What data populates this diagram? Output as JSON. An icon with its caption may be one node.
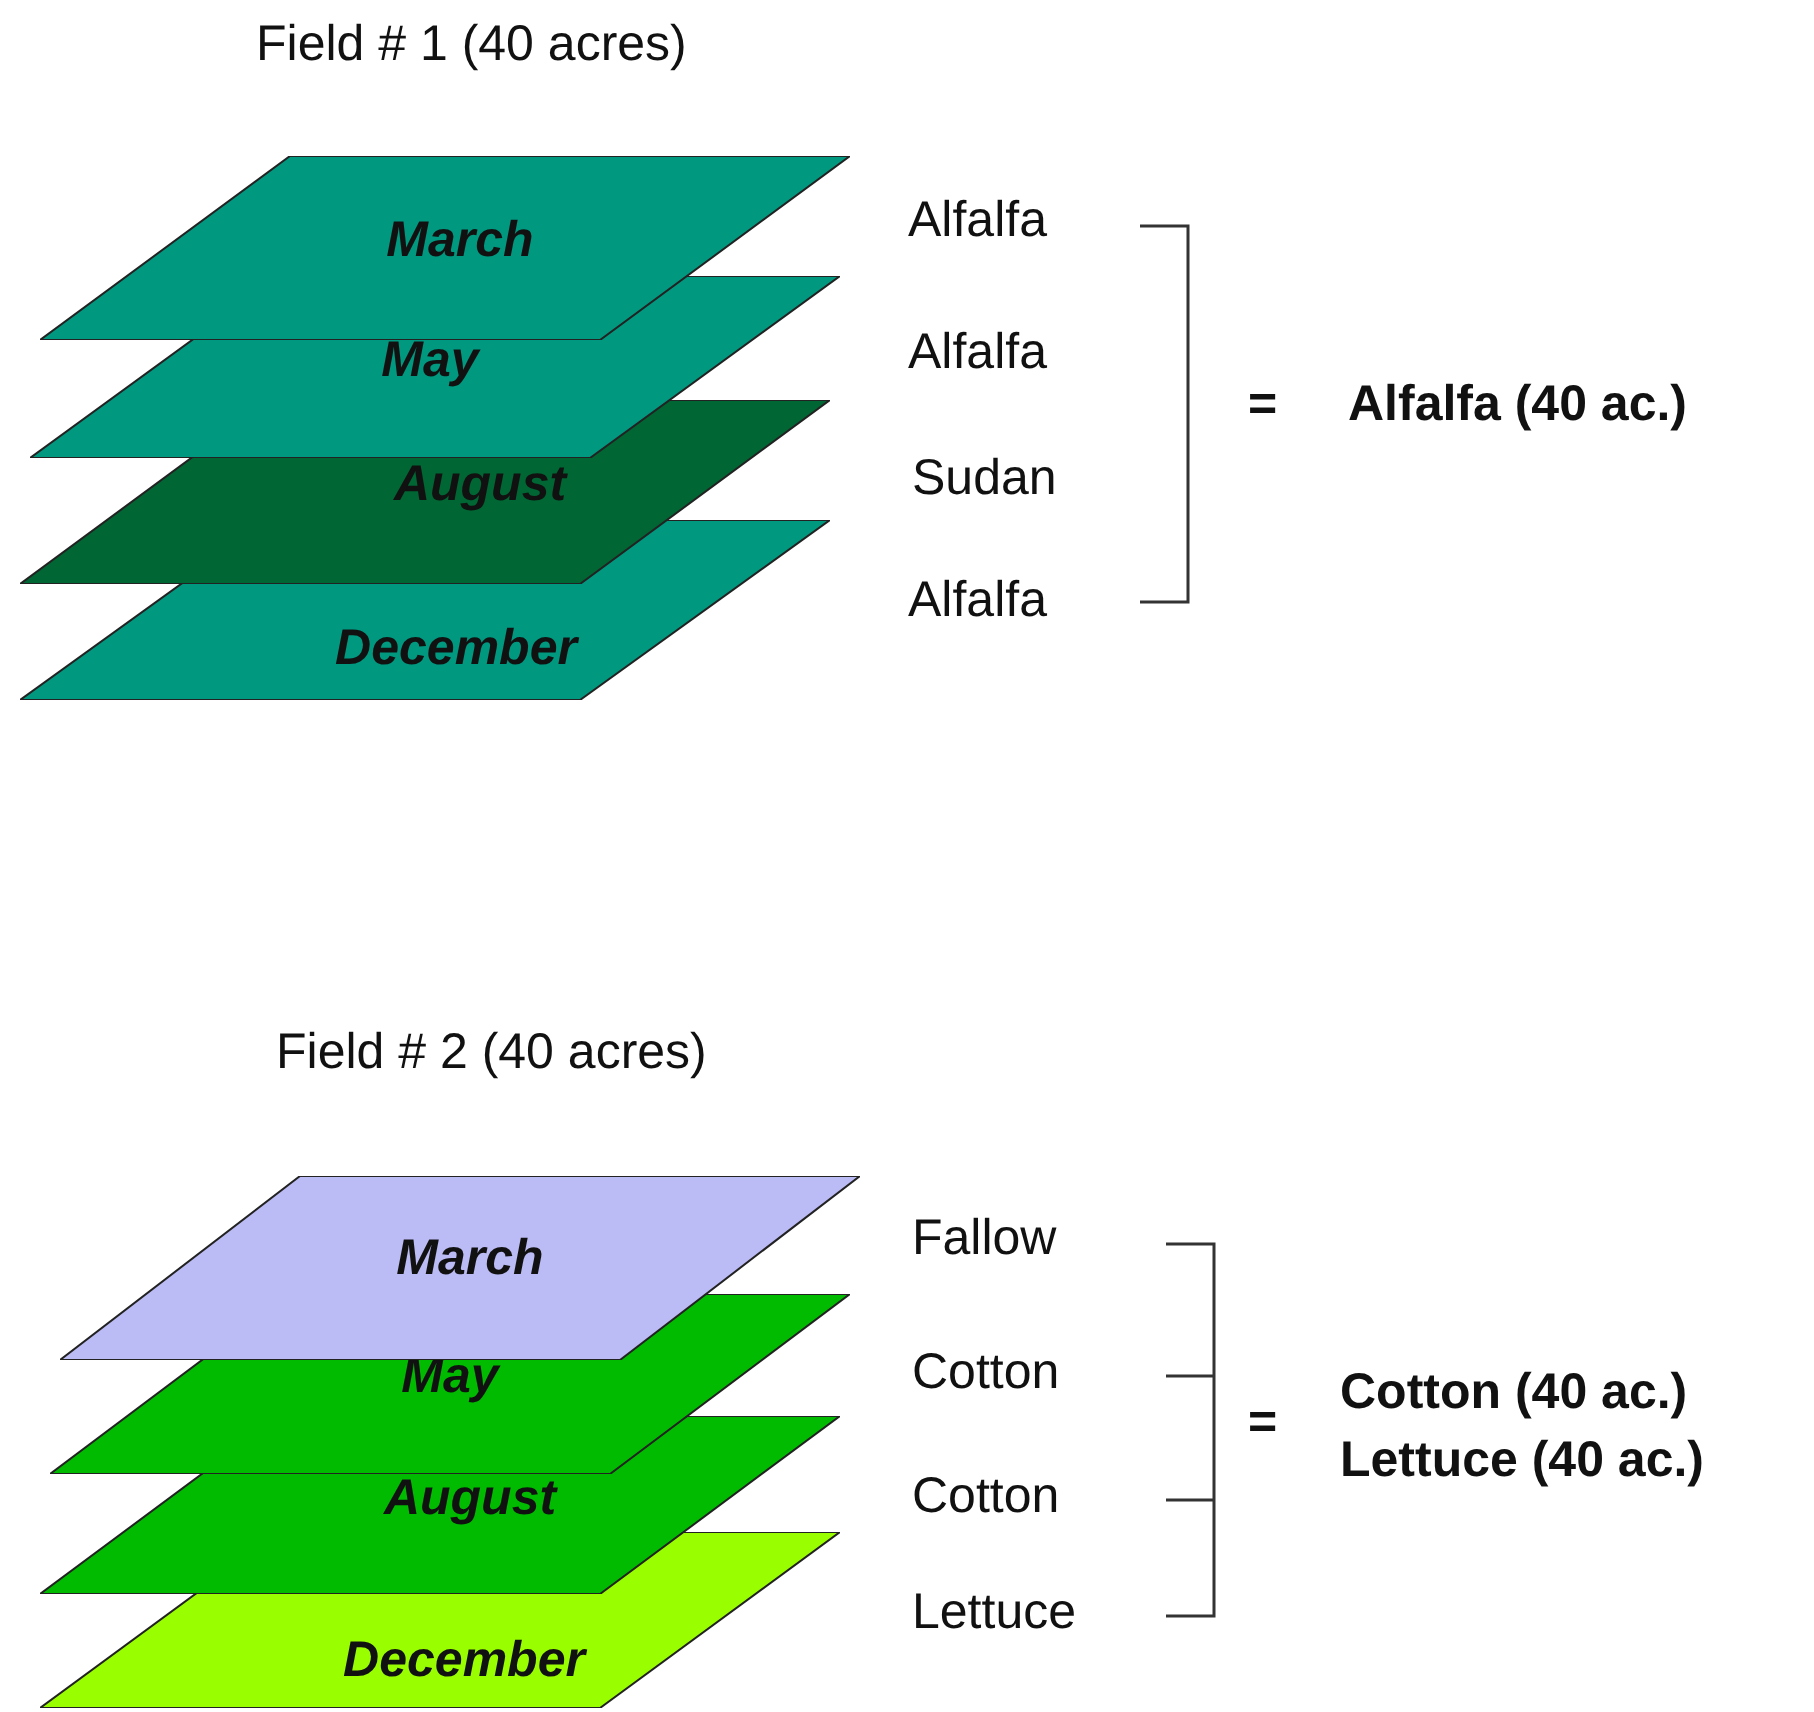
{
  "diagram": {
    "nodes": [
      {
        "text": [
          "March"
        ]
      },
      {
        "text": [
          "May"
        ]
      },
      {
        "text": [
          "August"
        ]
      },
      {
        "text": [
          "December"
        ]
      },
      {
        "text": [
          "March"
        ]
      },
      {
        "text": [
          "May"
        ]
      },
      {
        "text": [
          "August"
        ]
      },
      {
        "text": [
          "December"
        ]
      }
    ],
    "edges": [],
    "labels": [
      "Field # 1 (40 acres)",
      "Alfalfa",
      "Alfalfa",
      "Sudan",
      "Alfalfa",
      "=",
      "Alfalfa (40 ac.)",
      "Field # 2 (40 acres)",
      "Fallow",
      "Cotton",
      "Cotton",
      "Lettuce",
      "=",
      "Cotton (40 ac.)",
      "Lettuce (40 ac.)"
    ]
  }
}
